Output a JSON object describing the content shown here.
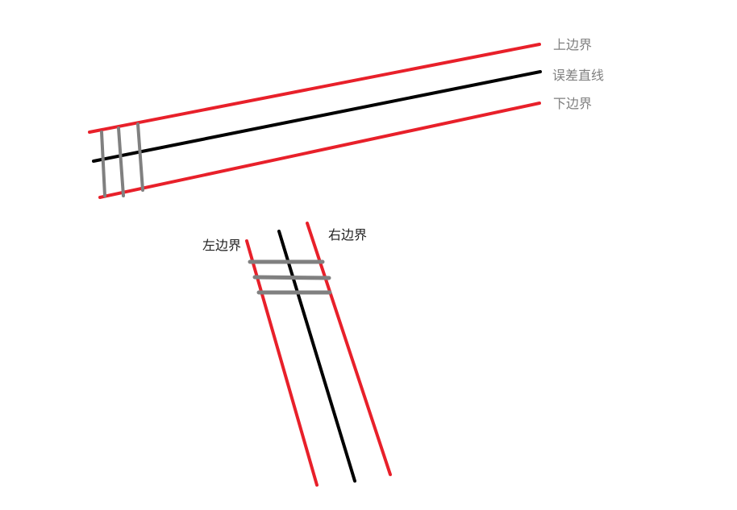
{
  "labels": {
    "upper_boundary": "上边界",
    "error_line": "误差直线",
    "lower_boundary": "下边界",
    "left_boundary": "左边界",
    "right_boundary": "右边界"
  },
  "colors": {
    "boundary": "#e8202a",
    "error_line": "#000000",
    "connector": "#808080",
    "label_gray": "#808080",
    "label_dark": "#222222"
  }
}
